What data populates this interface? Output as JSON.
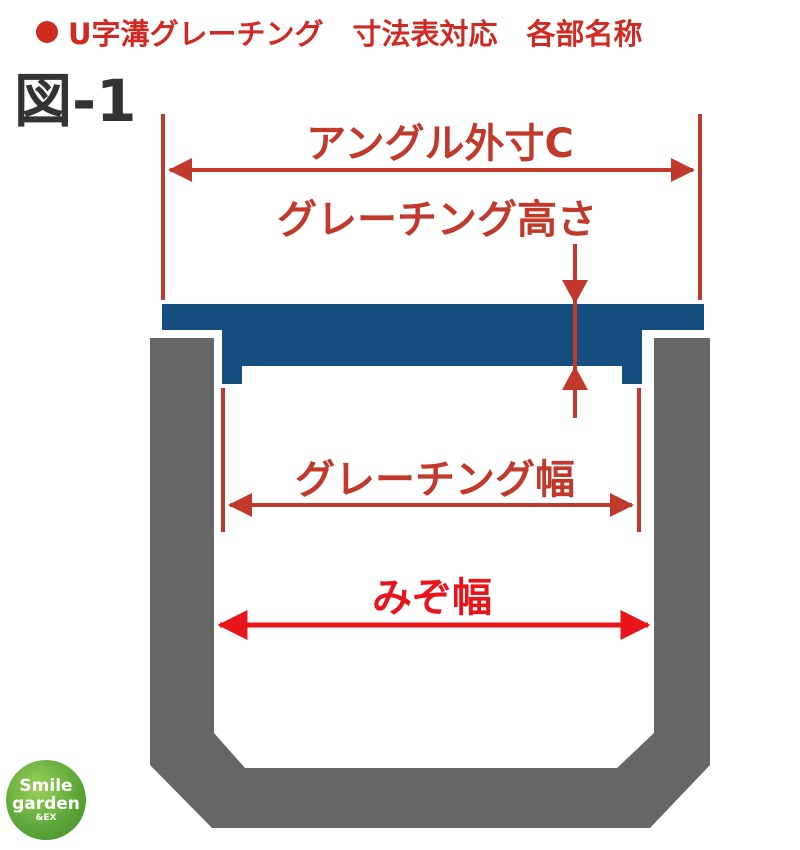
{
  "header": {
    "title": "U字溝グレーチング　寸法表対応　各部名称"
  },
  "figure_label": "図-1",
  "labels": {
    "angle_outer": "アングル外寸C",
    "grating_height": "グレーチング高さ",
    "grating_width": "グレーチング幅",
    "groove_width": "みぞ幅"
  },
  "logo": {
    "line1": "Smile",
    "line2": "garden",
    "line3": "&EX"
  },
  "colors": {
    "red": "#d12a22",
    "dim_red": "#c0392b",
    "bright_red": "#e8141c",
    "grating_blue": "#154f80",
    "channel_gray": "#666666",
    "logo_green": "#5ea83a"
  },
  "icons": {
    "bullet": "red-dot-icon",
    "logo": "smile-garden-logo-icon"
  }
}
